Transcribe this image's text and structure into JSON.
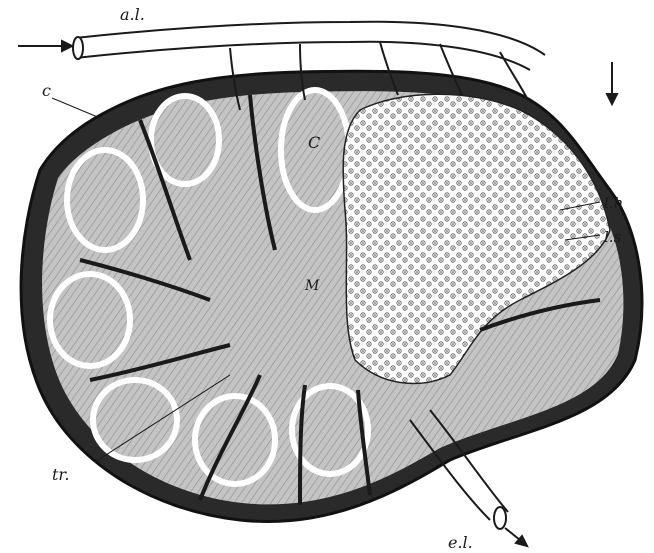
{
  "labels": {
    "afferent": "a.l.",
    "capsule": "c",
    "cortex": "C",
    "hilum_region": "l.h",
    "lymph_sinus": "l.s",
    "medulla": "M",
    "trabecula": "tr.",
    "efferent": "e.l."
  },
  "colors": {
    "paper": "#ffffff",
    "ink": "#1a1a1a",
    "tissue_fill": "#bdbdbd",
    "capsule_band": "#2a2a2a"
  }
}
